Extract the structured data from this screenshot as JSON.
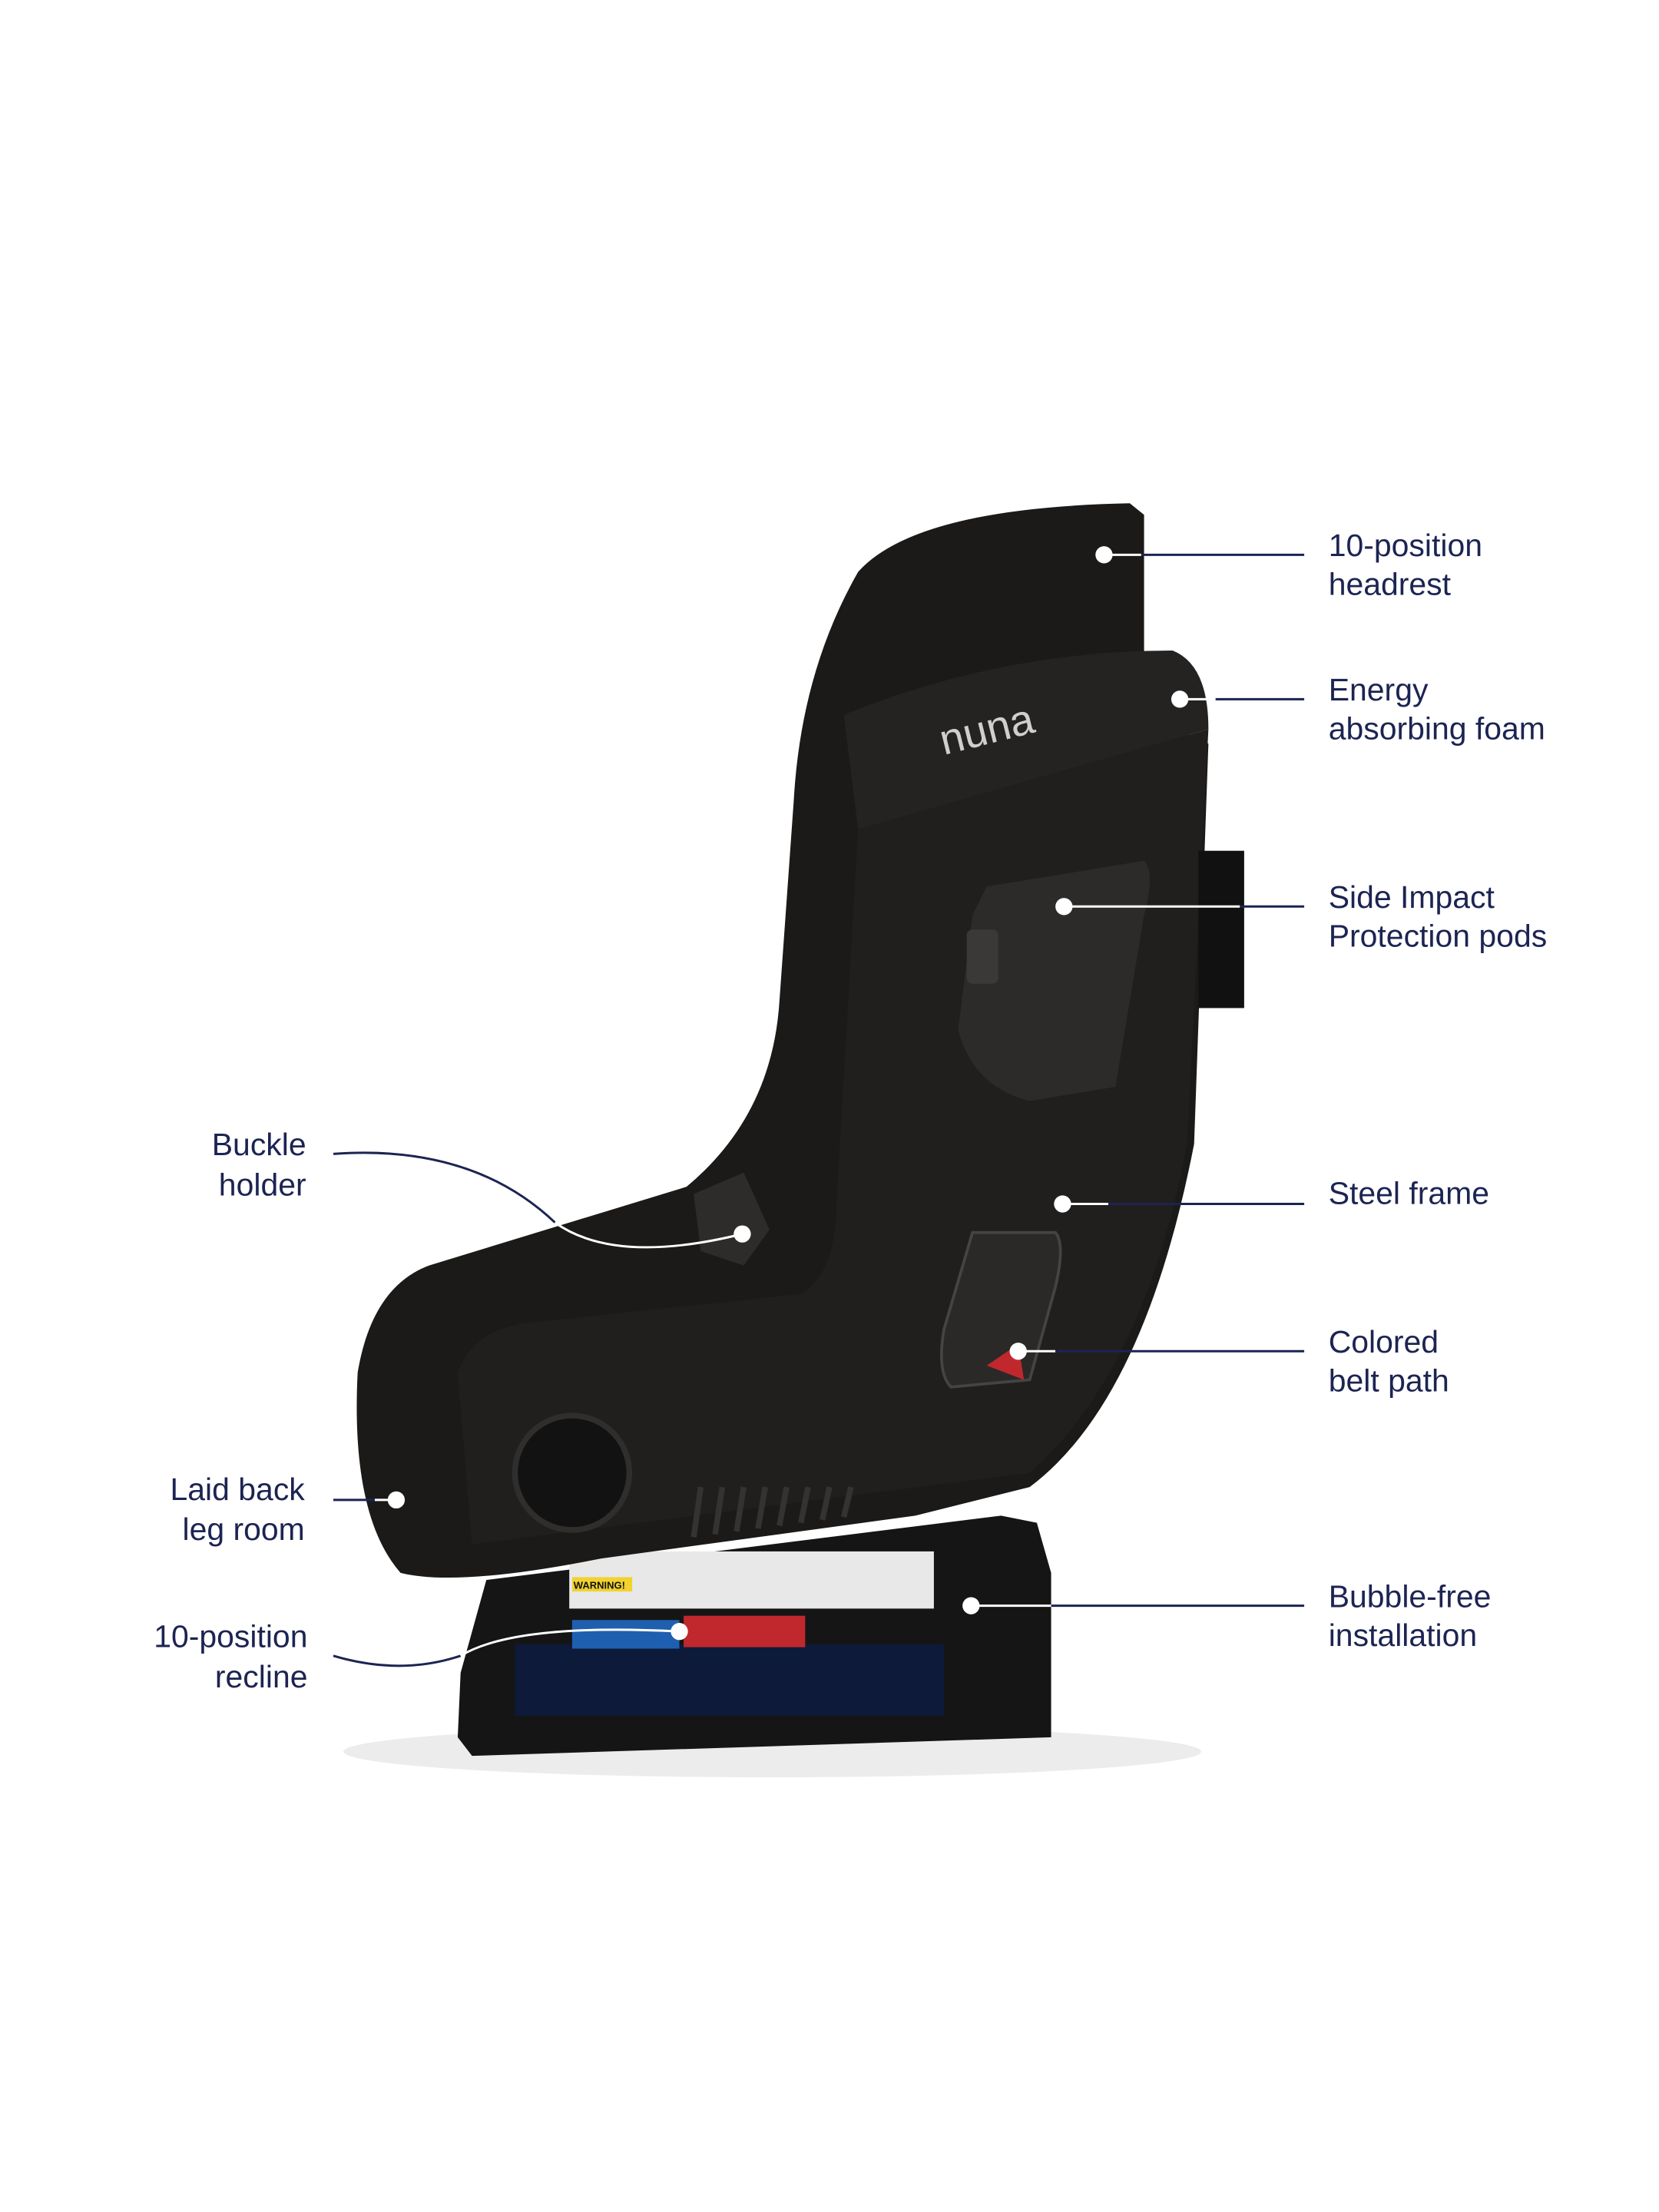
{
  "brand": {
    "logo_text": "nuna"
  },
  "colors": {
    "label_text": "#1c2452",
    "seat": "#1b1a19",
    "base": "#151515",
    "belt_path_red": "#c0282d",
    "belt_path_blue": "#1f5fb0"
  },
  "callouts": {
    "headrest": {
      "line1": "10-position",
      "line2": "headrest"
    },
    "foam": {
      "line1": "Energy",
      "line2": "absorbing foam"
    },
    "side_impact": {
      "line1": "Side Impact",
      "line2": "Protection pods"
    },
    "steel_frame": {
      "line1": "Steel frame"
    },
    "belt_path": {
      "line1": "Colored",
      "line2": "belt path"
    },
    "bubble_free": {
      "line1": "Bubble-free",
      "line2": "installation"
    },
    "buckle_holder": {
      "line1": "Buckle",
      "line2": "holder"
    },
    "leg_room": {
      "line1": "Laid back",
      "line2": "leg room"
    },
    "recline": {
      "line1": "10-position",
      "line2": "recline"
    }
  },
  "labels": {
    "warning": "WARNING!"
  }
}
